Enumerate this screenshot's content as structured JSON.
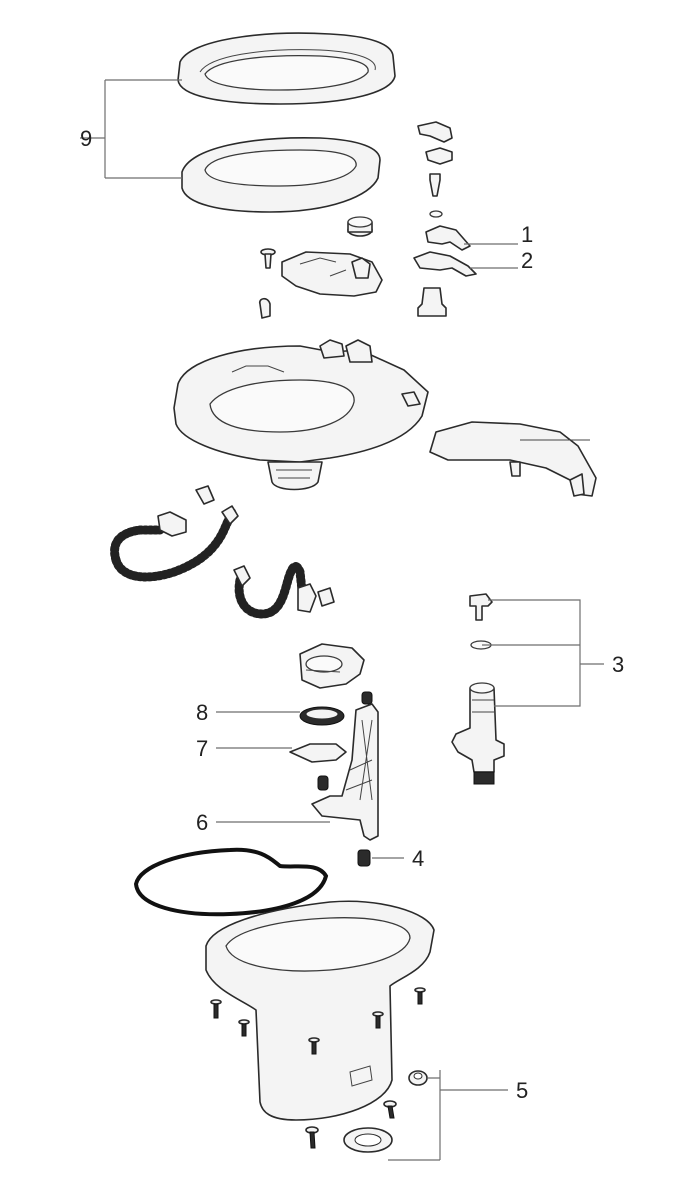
{
  "callouts": {
    "c1": "1",
    "c2": "2",
    "c3": "3",
    "c4": "4",
    "c5": "5",
    "c6": "6",
    "c7": "7",
    "c8": "8",
    "c9": "9"
  },
  "colors": {
    "line": "#2b2b2b",
    "leader": "#6e6e6e",
    "fill": "#f4f4f4"
  }
}
